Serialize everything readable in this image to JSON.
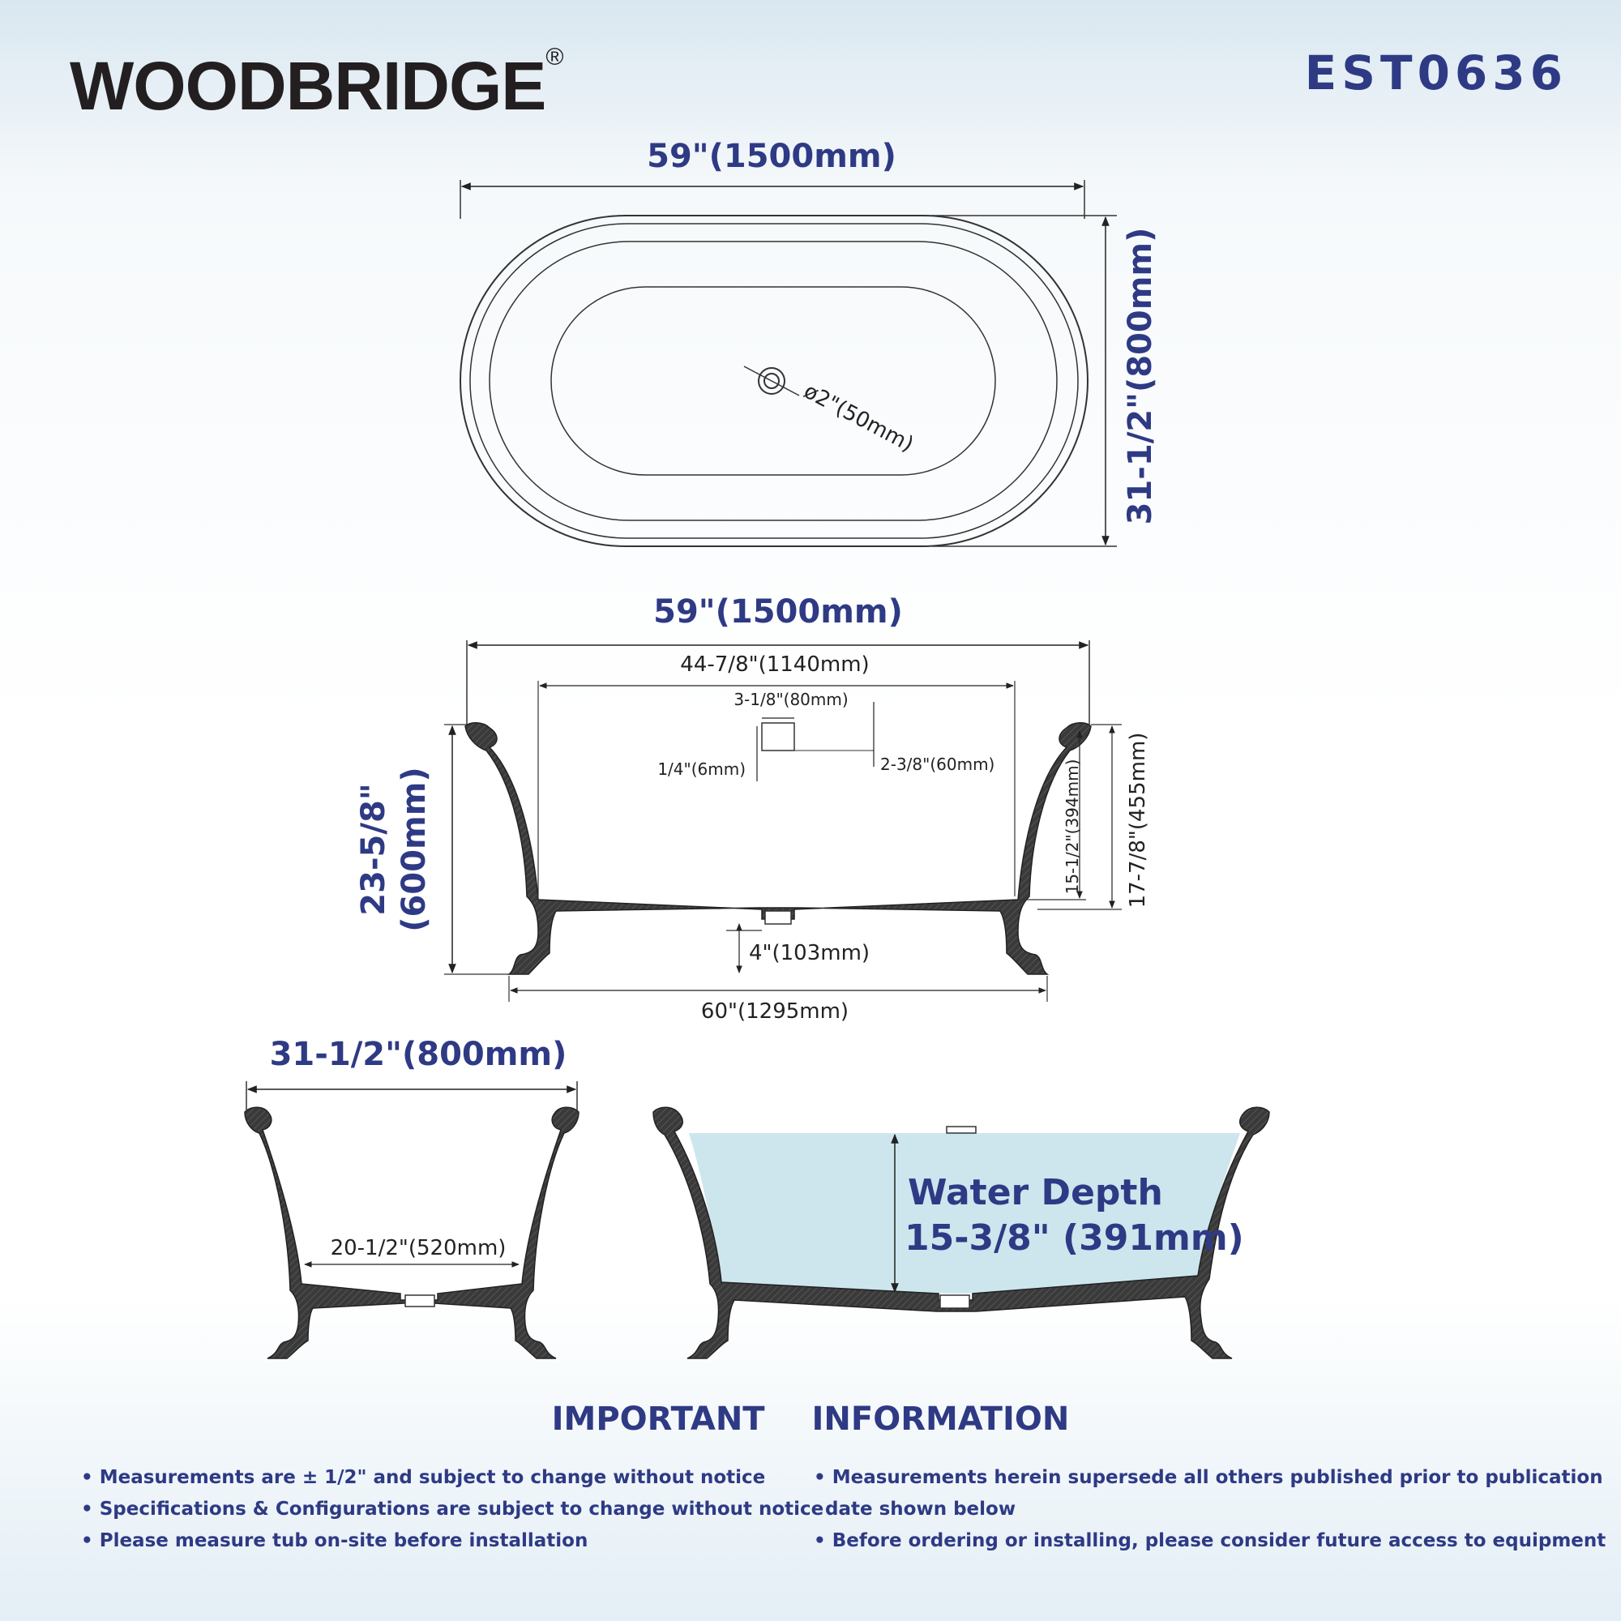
{
  "brand": {
    "name": "WOODBRIDGE",
    "mark": "®"
  },
  "model": "EST0636",
  "top_view": {
    "width_label": "59\"(1500mm)",
    "depth_label": "31-1/2\"(800mm)",
    "drain_label": "ø2\"(50mm)"
  },
  "front_view": {
    "width_label": "59\"(1500mm)",
    "inner_width_label": "44-7/8\"(1140mm)",
    "overflow_width_label": "3-1/8\"(80mm)",
    "overflow_gap_label": "1/4\"(6mm)",
    "overflow_drop_label": "2-3/8\"(60mm)",
    "height_label_1": "23-5/8\"",
    "height_label_2": "(600mm)",
    "inner_depth_label": "15-1/2\"(394mm)",
    "outer_depth_label": "17-7/8\"(455mm)",
    "base_height_label": "4\"(103mm)",
    "base_width_label": "60\"(1295mm)"
  },
  "side_view": {
    "width_label": "31-1/2\"(800mm)",
    "bottom_width_label": "20-1/2\"(520mm)"
  },
  "water_view": {
    "title": "Water Depth",
    "value": "15-3/8\" (391mm)",
    "water_color": "#cde6ee"
  },
  "info": {
    "title": "IMPORTANT INFORMATION",
    "left": [
      "• Measurements are ± 1/2\" and subject to change without notice",
      "• Specifications & Configurations are subject to change without notice",
      "• Please measure tub on-site before installation"
    ],
    "right_1": "• Measurements herein supersede all others published prior to publication",
    "right_1b": "date shown below",
    "right_2": "• Before ordering or installing, please consider future access to equipment"
  },
  "colors": {
    "accent": "#2e3a84",
    "shell": "#3a3a3a"
  }
}
